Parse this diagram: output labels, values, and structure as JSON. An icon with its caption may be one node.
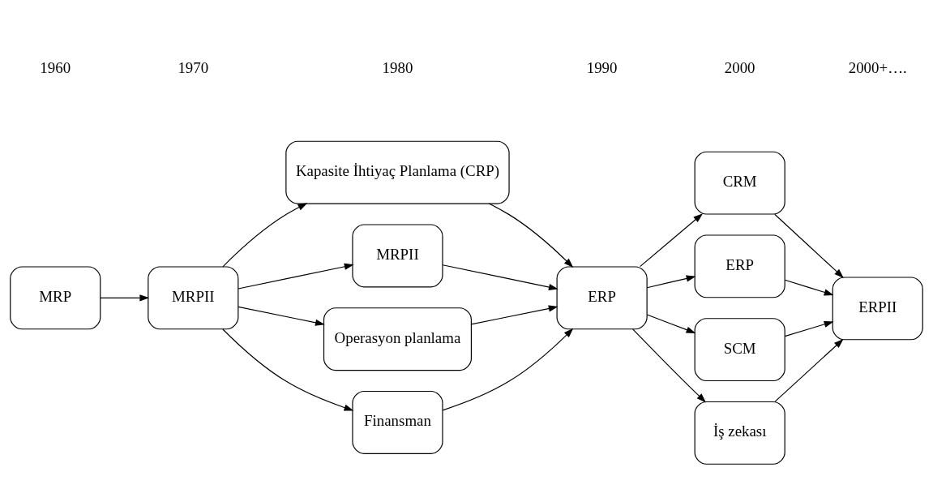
{
  "diagram": {
    "nodes": [
      {
        "text": [
          "MRP"
        ]
      },
      {
        "text": [
          "MRPII"
        ]
      },
      {
        "text": [
          "Kapasite İhtiyaç Planlama (CRP)"
        ]
      },
      {
        "text": [
          "MRPII"
        ]
      },
      {
        "text": [
          "Operasyon planlama"
        ]
      },
      {
        "text": [
          "Finansman"
        ]
      },
      {
        "text": [
          "ERP"
        ]
      },
      {
        "text": [
          "CRM"
        ]
      },
      {
        "text": [
          "ERP"
        ]
      },
      {
        "text": [
          "SCM"
        ]
      },
      {
        "text": [
          "İş zekası"
        ]
      },
      {
        "text": [
          "ERPII"
        ]
      }
    ],
    "edges": [
      {
        "from": 0,
        "to": 1,
        "arrow": "to"
      },
      {
        "from": 1,
        "to": 2,
        "arrow": "to"
      },
      {
        "from": 1,
        "to": 3,
        "arrow": "to"
      },
      {
        "from": 1,
        "to": 4,
        "arrow": "to"
      },
      {
        "from": 1,
        "to": 5,
        "arrow": "to"
      },
      {
        "from": 2,
        "to": 6,
        "arrow": "to"
      },
      {
        "from": 3,
        "to": 6,
        "arrow": "to"
      },
      {
        "from": 4,
        "to": 6,
        "arrow": "to"
      },
      {
        "from": 5,
        "to": 6,
        "arrow": "to"
      },
      {
        "from": 6,
        "to": 7,
        "arrow": "to"
      },
      {
        "from": 6,
        "to": 8,
        "arrow": "to"
      },
      {
        "from": 6,
        "to": 9,
        "arrow": "to"
      },
      {
        "from": 6,
        "to": 10,
        "arrow": "to"
      },
      {
        "from": 7,
        "to": 11,
        "arrow": "to"
      },
      {
        "from": 8,
        "to": 11,
        "arrow": "to"
      },
      {
        "from": 9,
        "to": 11,
        "arrow": "to"
      },
      {
        "from": 10,
        "to": 11,
        "arrow": "to"
      }
    ],
    "labels": [
      "1960",
      "1970",
      "1980",
      "1990",
      "2000",
      "2000+…."
    ]
  }
}
